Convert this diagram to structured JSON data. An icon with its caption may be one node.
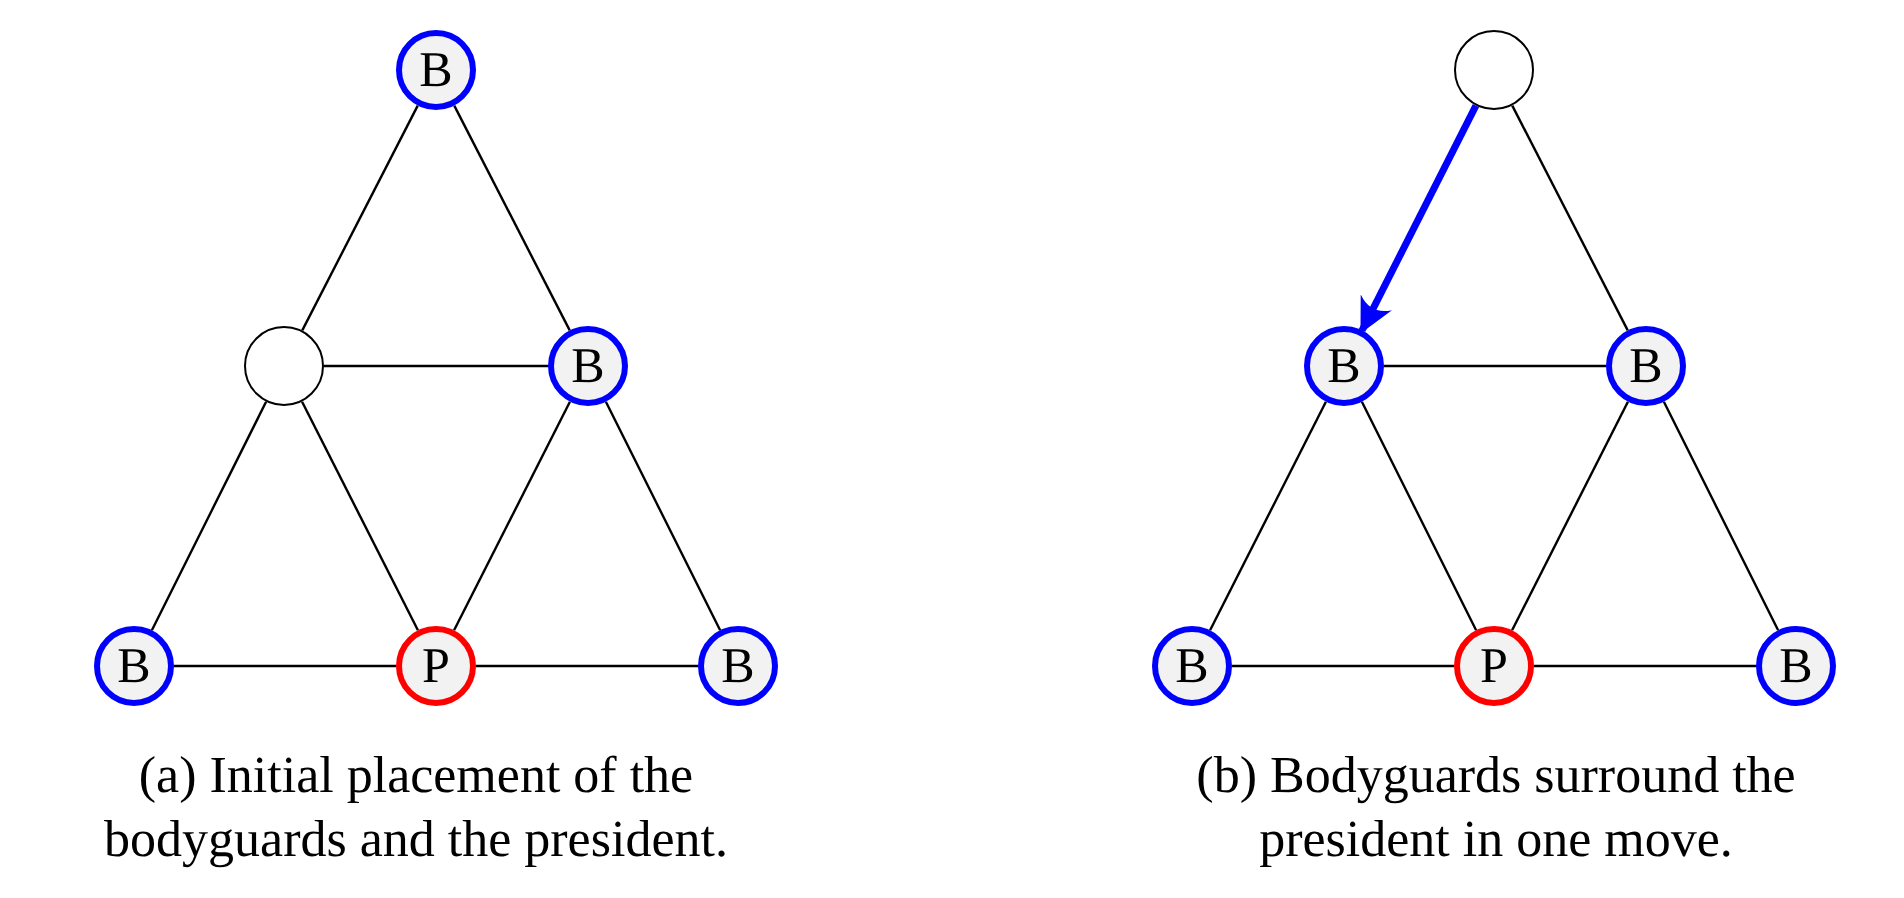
{
  "diagram": {
    "nodes": [
      {
        "text": [
          "B"
        ]
      },
      {
        "text": [],
        "shape": "circle"
      },
      {
        "text": [],
        "shape": "circle"
      },
      {
        "text": [
          "B"
        ]
      },
      {
        "text": [
          "B"
        ]
      },
      {
        "text": [
          "B"
        ]
      },
      {
        "text": [
          "B"
        ]
      },
      {
        "text": [
          "P"
        ]
      },
      {
        "text": [
          "B"
        ]
      },
      {
        "text": [
          "B"
        ]
      },
      {
        "text": [
          "P"
        ]
      },
      {
        "text": [
          "B"
        ]
      }
    ],
    "edges": [
      {
        "from": 0,
        "to": 2,
        "arrow": "none"
      },
      {
        "from": 0,
        "to": 3,
        "arrow": "none"
      },
      {
        "from": 2,
        "to": 3,
        "arrow": "none"
      },
      {
        "from": 2,
        "to": 6,
        "arrow": "none"
      },
      {
        "from": 2,
        "to": 7,
        "arrow": "none"
      },
      {
        "from": 3,
        "to": 7,
        "arrow": "none"
      },
      {
        "from": 3,
        "to": 8,
        "arrow": "none"
      },
      {
        "from": 6,
        "to": 7,
        "arrow": "none"
      },
      {
        "from": 7,
        "to": 8,
        "arrow": "none"
      },
      {
        "from": 1,
        "to": 5,
        "arrow": "none"
      },
      {
        "from": 1,
        "to": 4,
        "arrow": "to",
        "style": "thick",
        "color": "#0000ff"
      },
      {
        "from": 4,
        "to": 5,
        "arrow": "none"
      },
      {
        "from": 4,
        "to": 9,
        "arrow": "none"
      },
      {
        "from": 4,
        "to": 10,
        "arrow": "none"
      },
      {
        "from": 5,
        "to": 10,
        "arrow": "none"
      },
      {
        "from": 5,
        "to": 11,
        "arrow": "none"
      },
      {
        "from": 9,
        "to": 10,
        "arrow": "none"
      },
      {
        "from": 10,
        "to": 11,
        "arrow": "none"
      }
    ],
    "labels": [
      "(a) Initial placement of the bodyguards and the president.",
      "(b) Bodyguards surround the president in one move."
    ]
  }
}
